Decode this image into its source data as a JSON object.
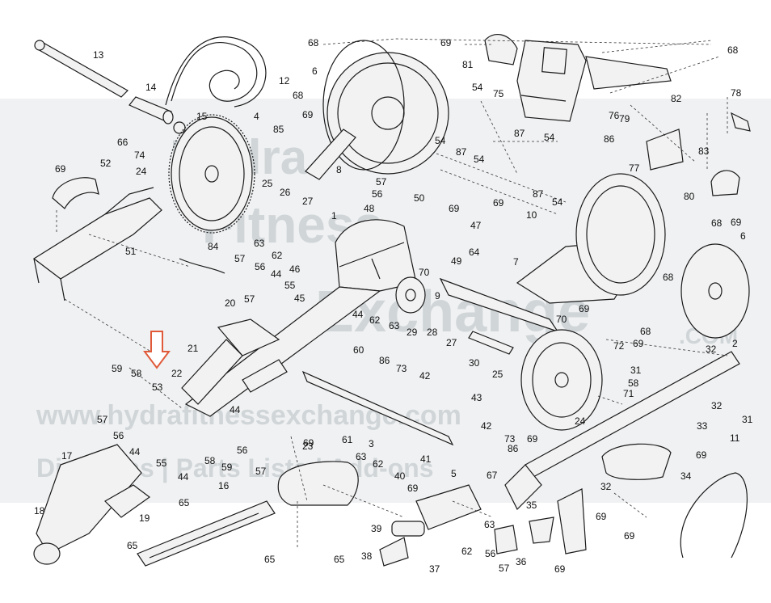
{
  "watermark": {
    "lines": [
      "Hydra",
      "Fitness",
      "Exchange",
      "www.hydrafitnessexchange.com",
      "Diagrams | Parts Lists | Add-ons"
    ],
    "suffix": ".COM"
  },
  "arrow_color": "#e05a3a",
  "labels": {
    "p13": "13",
    "p14": "14",
    "p15": "15",
    "p12": "12",
    "p68a": "68",
    "p6a": "6",
    "p68b": "68",
    "p69a": "69",
    "p81": "81",
    "p75": "75",
    "p76": "76",
    "p68c": "68",
    "p66": "66",
    "p74": "74",
    "p24a": "24",
    "p69b": "69",
    "p52": "52",
    "p4": "4",
    "p85": "85",
    "p69c": "69",
    "p8": "8",
    "p54a": "54",
    "p87a": "87",
    "p54b": "54",
    "p79": "79",
    "p82": "82",
    "p78": "78",
    "p86a": "86",
    "p77": "77",
    "p83": "83",
    "p80": "80",
    "p69d": "69",
    "p25a": "25",
    "p26": "26",
    "p27a": "27",
    "p57a": "57",
    "p56a": "56",
    "p50": "50",
    "p54c": "54",
    "p87b": "87",
    "p54d": "54",
    "p87c": "87",
    "p54e": "54",
    "p10": "10",
    "p51": "51",
    "p1": "1",
    "p48": "48",
    "p69e": "69",
    "p47": "47",
    "p68d": "68",
    "p69f": "69",
    "p84": "84",
    "p63a": "63",
    "p62a": "62",
    "p46": "46",
    "p64": "64",
    "p49": "49",
    "p7": "7",
    "p6b": "6",
    "p57b": "57",
    "p56b": "56",
    "p44a": "44",
    "p55a": "55",
    "p45": "45",
    "p70a": "70",
    "p9": "9",
    "p68e": "68",
    "p57c": "57",
    "p20": "20",
    "p44b": "44",
    "p62b": "62",
    "p63b": "63",
    "p29": "29",
    "p28": "28",
    "p27b": "27",
    "p69g": "69",
    "p70b": "70",
    "p68f": "68",
    "p21": "21",
    "p60": "60",
    "p30": "30",
    "p25b": "25",
    "p72": "72",
    "p69h": "69",
    "p32a": "32",
    "p2": "2",
    "p59a": "59",
    "p58a": "58",
    "p53": "53",
    "p22": "22",
    "p86b": "86",
    "p73a": "73",
    "p42a": "42",
    "p31a": "31",
    "p58b": "58",
    "p71": "71",
    "p32b": "32",
    "p31b": "31",
    "p57d": "57",
    "p56c": "56",
    "p44c": "44",
    "p24b": "24",
    "p43": "43",
    "p42b": "42",
    "p73b": "73",
    "p86c": "86",
    "p33": "33",
    "p69i": "69",
    "p61": "61",
    "p69j": "69",
    "p3": "3",
    "p44d": "44",
    "p55b": "55",
    "p44e": "44",
    "p58c": "58",
    "p59b": "59",
    "p56d": "56",
    "p57e": "57",
    "p17": "17",
    "p23": "23",
    "p63c": "63",
    "p62c": "62",
    "p41": "41",
    "p40": "40",
    "p69k": "69",
    "p5": "5",
    "p67": "67",
    "p69l": "69",
    "p34": "34",
    "p11": "11",
    "p32c": "32",
    "p69m": "69",
    "p69n": "69",
    "p16": "16",
    "p65a": "65",
    "p18": "18",
    "p19": "19",
    "p65b": "65",
    "p65c": "65",
    "p65d": "65",
    "p39": "39",
    "p63d": "63",
    "p35": "35",
    "p38": "38",
    "p62d": "62",
    "p56e": "56",
    "p36": "36",
    "p37": "37",
    "p57f": "57",
    "p69o": "69"
  }
}
